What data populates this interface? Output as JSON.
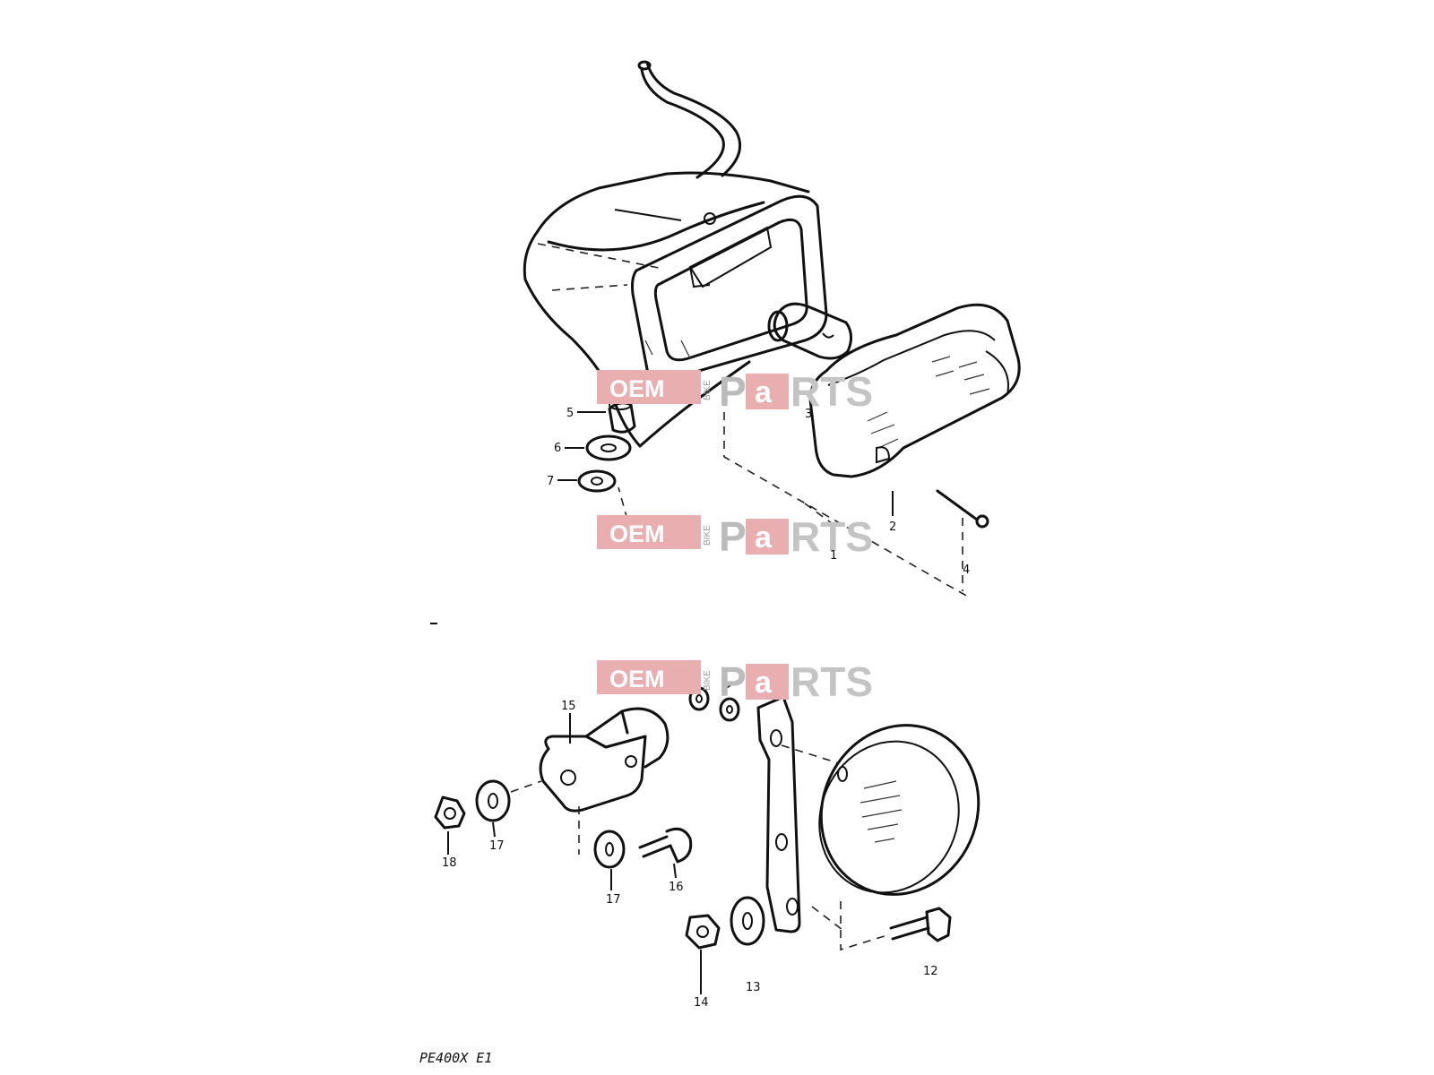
{
  "diagram_code": "PE400X E1",
  "watermark": {
    "oem": "OEM",
    "bike": "BIKE",
    "p": "P",
    "a": "a",
    "rts": "RTS",
    "color": "#e8aeb0"
  },
  "labels": {
    "l1": "1",
    "l2": "2",
    "l3": "3",
    "l4": "4",
    "l5": "5",
    "l6": "6",
    "l7": "7",
    "l12": "12",
    "l13": "13",
    "l14": "14",
    "l15": "15",
    "l16": "16",
    "l17a": "17",
    "l17b": "17",
    "l18": "18"
  }
}
